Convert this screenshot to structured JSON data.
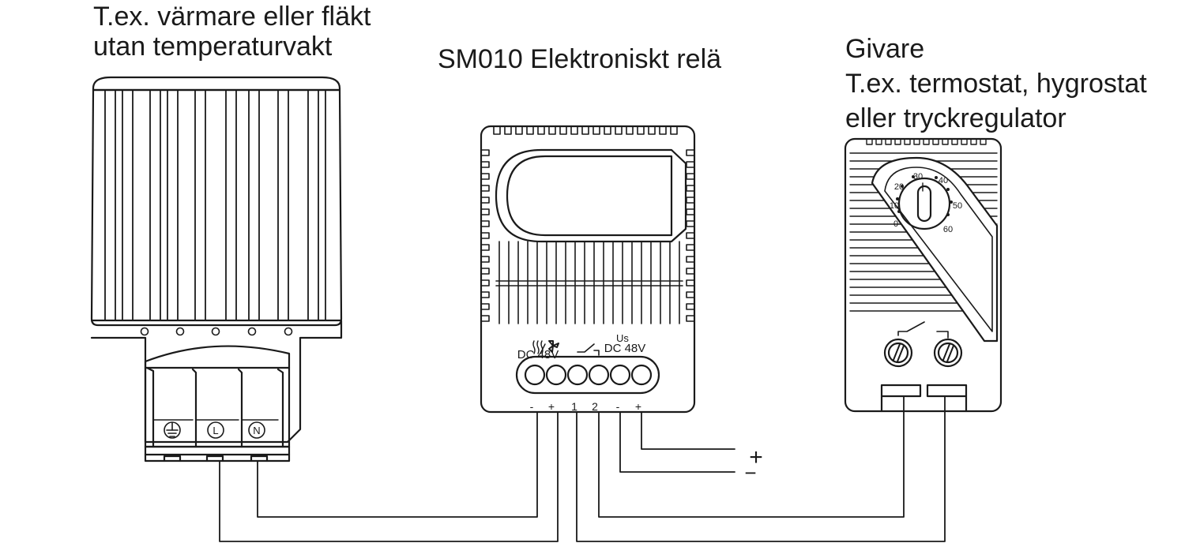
{
  "titles": {
    "heater": [
      "T.ex. värmare eller fläkt",
      "utan temperaturvakt"
    ],
    "relay": "SM010 Elektroniskt relä",
    "sensor": [
      "Givare",
      "T.ex. termostat, hygrostat",
      "eller tryckregulator"
    ]
  },
  "relay_panel": {
    "left_label": "DC 48V",
    "right_label": "DC 48V",
    "us_symbol": "Us",
    "terminals": [
      "-",
      "+",
      "1",
      "2",
      "-",
      "+"
    ]
  },
  "heater_terminals": {
    "earth_icon": "earth-ground-icon",
    "live": "L",
    "neutral": "N"
  },
  "thermostat_dial": {
    "scale": [
      "0",
      "10",
      "20",
      "30",
      "40",
      "50",
      "60"
    ]
  },
  "supply": {
    "plus": "+",
    "minus": "−"
  }
}
